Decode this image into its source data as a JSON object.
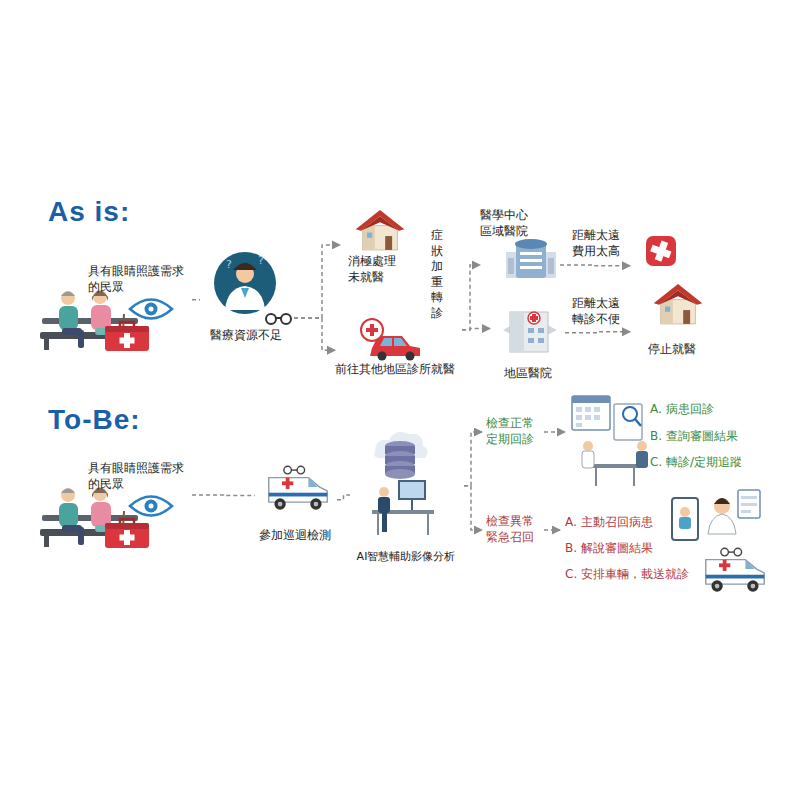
{
  "diagram": {
    "nodes": [
      {
        "text": [
          "具有眼睛照護需求 的民眾"
        ]
      },
      {
        "text": [
          "醫療資源不足"
        ]
      },
      {
        "text": [
          "消極處理 未就醫"
        ]
      },
      {
        "text": [
          "前往其他地區診所就醫"
        ]
      },
      {
        "text": [
          "醫學中心 區域醫院"
        ]
      },
      {
        "text": [
          "地區醫院"
        ]
      },
      {
        "text": [
          "停止就醫"
        ]
      },
      {
        "text": [
          "具有眼睛照護需求 的民眾"
        ]
      },
      {
        "text": [
          "參加巡迴檢測"
        ]
      },
      {
        "text": [
          "AI智慧輔助影像分析"
        ]
      },
      {
        "text": [
          "檢查正常 定期回診"
        ]
      },
      {
        "text": [
          "A. 病患回診",
          "B. 查詢審圖結果",
          "C. 轉診/定期追蹤"
        ]
      },
      {
        "text": [
          "檢查異常 緊急召回"
        ]
      },
      {
        "text": [
          "A. 主動召回病患",
          "B. 解說審圖結果",
          "C. 安排車輛，載送就診"
        ]
      }
    ],
    "edges": [
      {
        "from": 0,
        "to": 1,
        "arrow": "none"
      },
      {
        "from": 1,
        "to": 2,
        "arrow": "to"
      },
      {
        "from": 1,
        "to": 3,
        "arrow": "to"
      },
      {
        "from": 3,
        "to": 4,
        "label": "症狀加重轉診",
        "arrow": "to"
      },
      {
        "from": 3,
        "to": 5,
        "arrow": "to"
      },
      {
        "from": 4,
        "to": 6,
        "label": "距離太遠 費用太高",
        "arrow": "to"
      },
      {
        "from": 5,
        "to": 6,
        "label": "距離太遠 轉診不便",
        "arrow": "to"
      },
      {
        "from": 7,
        "to": 8,
        "arrow": "none"
      },
      {
        "from": 8,
        "to": 9,
        "arrow": "none"
      },
      {
        "from": 9,
        "to": 10,
        "arrow": "to"
      },
      {
        "from": 9,
        "to": 12,
        "arrow": "to"
      },
      {
        "from": 10,
        "to": 11,
        "arrow": "to"
      },
      {
        "from": 12,
        "to": 13,
        "arrow": "to"
      }
    ],
    "labels": [
      "As is:",
      "To-Be:"
    ]
  }
}
